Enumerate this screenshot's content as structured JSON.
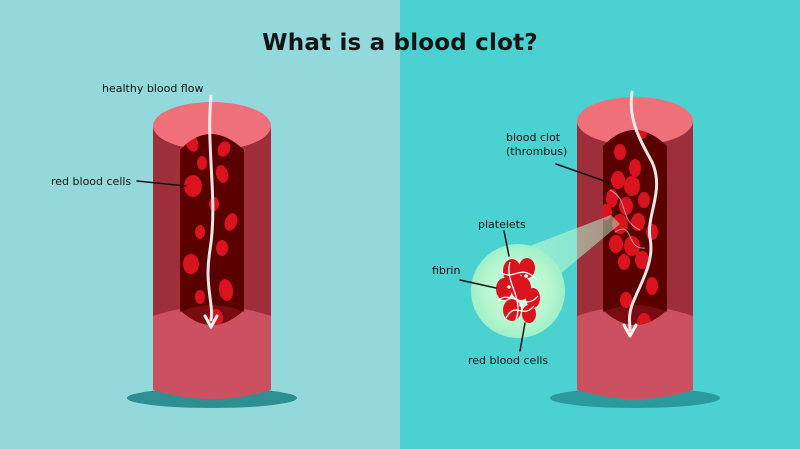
{
  "title": "What is a blood clot?",
  "colors": {
    "left_background": "#93D8DA",
    "right_background": "#4CD1D1",
    "vessel_wall": "#CC5160",
    "vessel_wall_dark": "#9E2F3A",
    "vessel_rim": "#F0707A",
    "vessel_lumen": "#5A0000",
    "red_blood_cell": "#D9141E",
    "flow_arrow": "#F2F2F2",
    "magnifier": "#B7F6CF"
  },
  "healthy_vessel": {
    "flow_label": "healthy blood flow",
    "cells_label": "red blood cells"
  },
  "clotted_vessel": {
    "clot_label_line1": "blood clot",
    "clot_label_line2": "(thrombus)",
    "platelets_label": "platelets",
    "fibrin_label": "fibrin",
    "cells_label": "red blood cells"
  }
}
